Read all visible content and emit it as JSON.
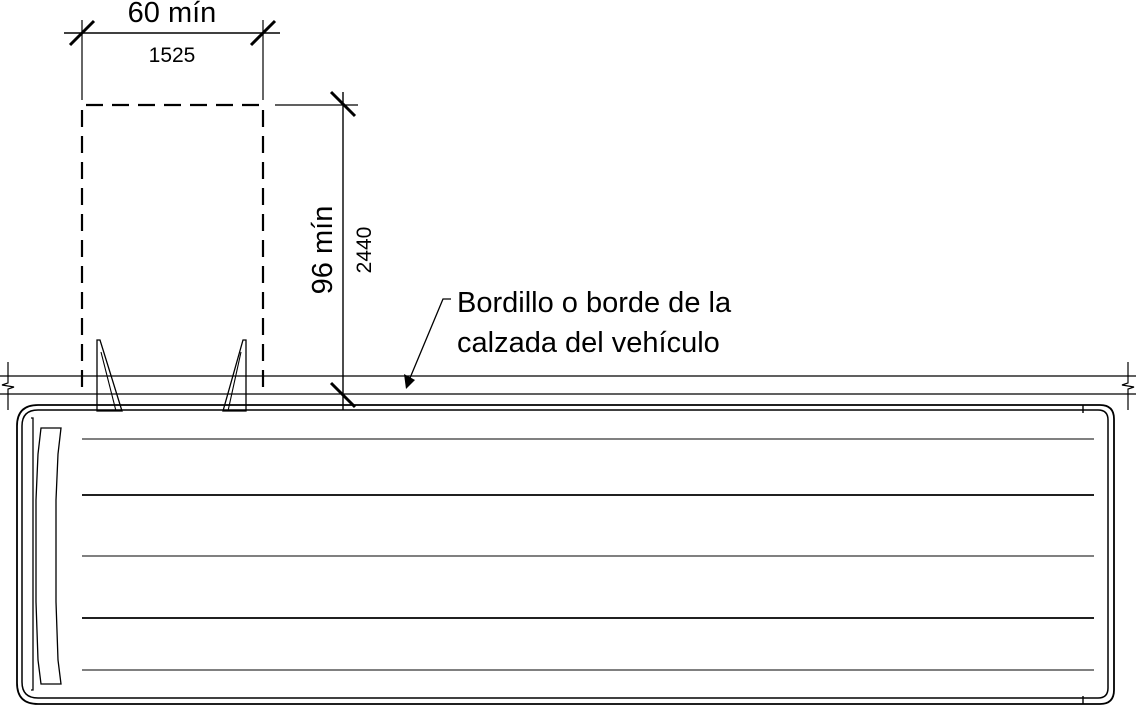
{
  "dimensions": {
    "width": {
      "imperial": "60 mín",
      "metric": "1525"
    },
    "length": {
      "imperial": "96 mín",
      "metric": "2440"
    }
  },
  "callout": {
    "line1": "Bordillo o borde de la",
    "line2": "calzada del vehículo"
  },
  "colors": {
    "ink": "#000000",
    "background": "#ffffff"
  }
}
